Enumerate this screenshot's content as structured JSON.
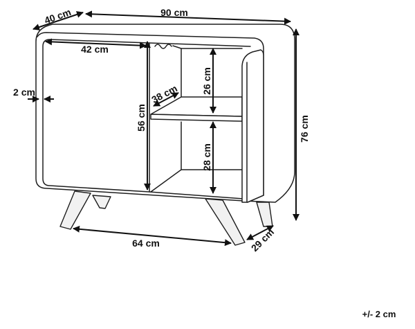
{
  "dimensions": {
    "depth_top": "40 cm",
    "width_total": "90 cm",
    "door_width": "42 cm",
    "frame_thickness": "2 cm",
    "shelf_depth": "38 cm",
    "upper_compartment_height": "26 cm",
    "door_height": "56 cm",
    "lower_compartment_height": "28 cm",
    "total_height": "76 cm",
    "leg_span": "64 cm",
    "leg_depth": "29 cm"
  },
  "tolerance": "+/- 2 cm"
}
